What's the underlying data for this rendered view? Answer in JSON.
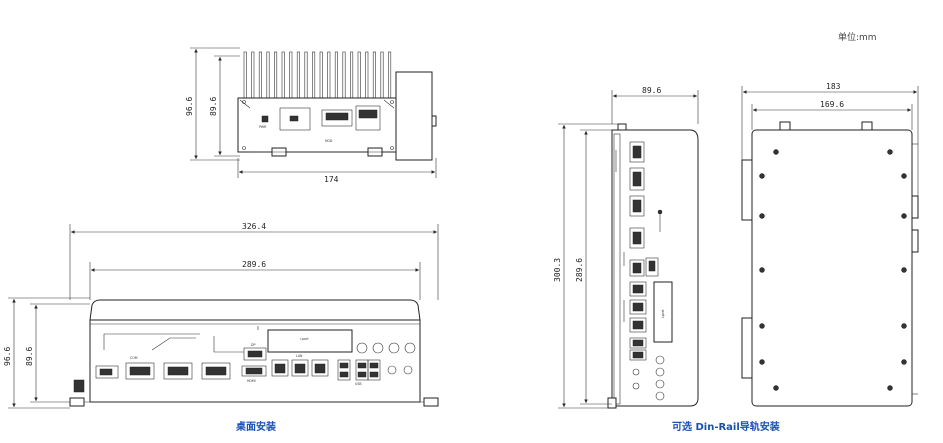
{
  "unit_label": "单位:mm",
  "captions": {
    "desktop": "桌面安装",
    "din_rail": "可选 Din-Rail导轨安装"
  },
  "dimensions": {
    "top_height_outer": "96.6",
    "top_height_inner": "89.6",
    "top_width": "174",
    "front_width_outer": "326.4",
    "front_width_inner": "289.6",
    "front_height_outer": "96.6",
    "front_height_inner": "89.6",
    "side_width": "89.6",
    "side_height_outer": "300.3",
    "side_height_inner": "289.6",
    "back_width_outer": "183",
    "back_width_inner": "169.6"
  },
  "panel_labels": {
    "port_card": "i-port",
    "hdd": "HDD",
    "power": "PWR",
    "com": "COM",
    "lan": "LAN",
    "usb": "USB",
    "hdmi": "HDMI",
    "dp": "DP"
  }
}
